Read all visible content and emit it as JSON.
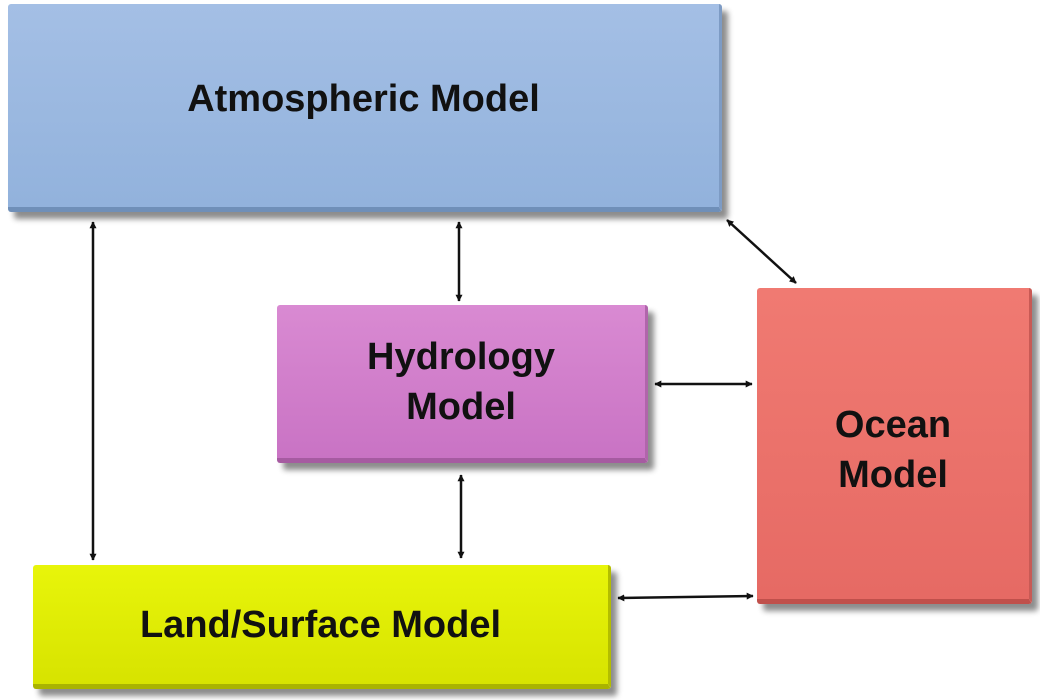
{
  "nodes": {
    "atmospheric": {
      "label": "Atmospheric Model",
      "color": "#97b5de"
    },
    "hydrology": {
      "line1": "Hydrology",
      "line2": "Model",
      "color": "#cf7ac9"
    },
    "ocean": {
      "line1": "Ocean",
      "line2": "Model",
      "color": "#eb6f69"
    },
    "land": {
      "label": "Land/Surface Model",
      "color": "#deea00"
    }
  },
  "edges": [
    {
      "from": "atmospheric",
      "to": "land",
      "direction": "both"
    },
    {
      "from": "atmospheric",
      "to": "hydrology",
      "direction": "both"
    },
    {
      "from": "atmospheric",
      "to": "ocean",
      "direction": "both"
    },
    {
      "from": "hydrology",
      "to": "ocean",
      "direction": "both"
    },
    {
      "from": "hydrology",
      "to": "land",
      "direction": "both"
    },
    {
      "from": "land",
      "to": "ocean",
      "direction": "both"
    }
  ]
}
